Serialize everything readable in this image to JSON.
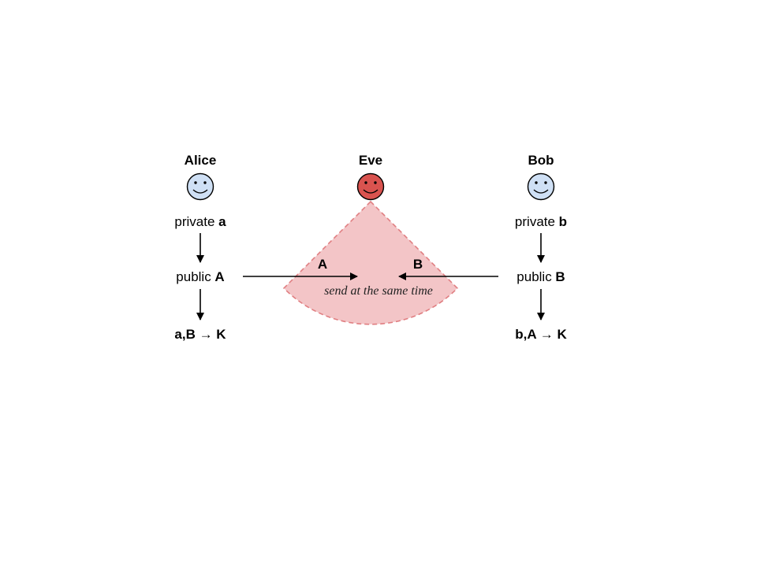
{
  "colors": {
    "friendly_face": "#cfe0f5",
    "eve_face": "#d9534f",
    "eve_zone_fill": "#f3c5c7",
    "eve_zone_stroke": "#e07f82",
    "ink": "#000000"
  },
  "alice": {
    "name": "Alice",
    "icon": "smiley-face-icon",
    "private_prefix": "private ",
    "private_key": "a",
    "public_prefix": "public ",
    "public_key": "A",
    "shared": "a,B → K"
  },
  "eve": {
    "name": "Eve",
    "icon": "smiley-face-icon",
    "note": "send at the same time",
    "label_from_alice": "A",
    "label_from_bob": "B"
  },
  "bob": {
    "name": "Bob",
    "icon": "smiley-face-icon",
    "private_prefix": "private ",
    "private_key": "b",
    "public_prefix": "public ",
    "public_key": "B",
    "shared": "b,A → K"
  }
}
